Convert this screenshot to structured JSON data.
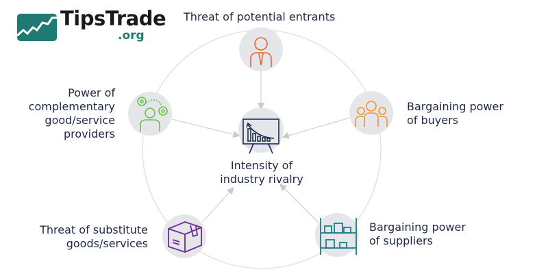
{
  "logo": {
    "name": "TipsTrade",
    "suffix": ".org"
  },
  "center": {
    "line1": "Intensity of",
    "line2": "industry rivalry"
  },
  "forces": [
    {
      "id": "entrants",
      "lines": [
        "Threat of potential entrants"
      ],
      "color": "#e8622c",
      "icon": "person-icon"
    },
    {
      "id": "buyers",
      "lines": [
        "Bargaining power",
        "of buyers"
      ],
      "color": "#f0922d",
      "icon": "group-icon"
    },
    {
      "id": "suppliers",
      "lines": [
        "Bargaining power",
        "of suppliers"
      ],
      "color": "#1a7e8a",
      "icon": "warehouse-shelf-icon"
    },
    {
      "id": "substitutes",
      "lines": [
        "Threat of substitute",
        "goods/services"
      ],
      "color": "#6b2c91",
      "icon": "box-icon"
    },
    {
      "id": "complementary",
      "lines": [
        "Power of",
        "complementary",
        "good/service",
        "providers"
      ],
      "color": "#6cc04a",
      "icon": "gears-person-icon"
    }
  ],
  "colors": {
    "text": "#1e2a45",
    "node": "#e5e6ea",
    "line": "#d9dadf",
    "brand": "#1e7a72"
  }
}
